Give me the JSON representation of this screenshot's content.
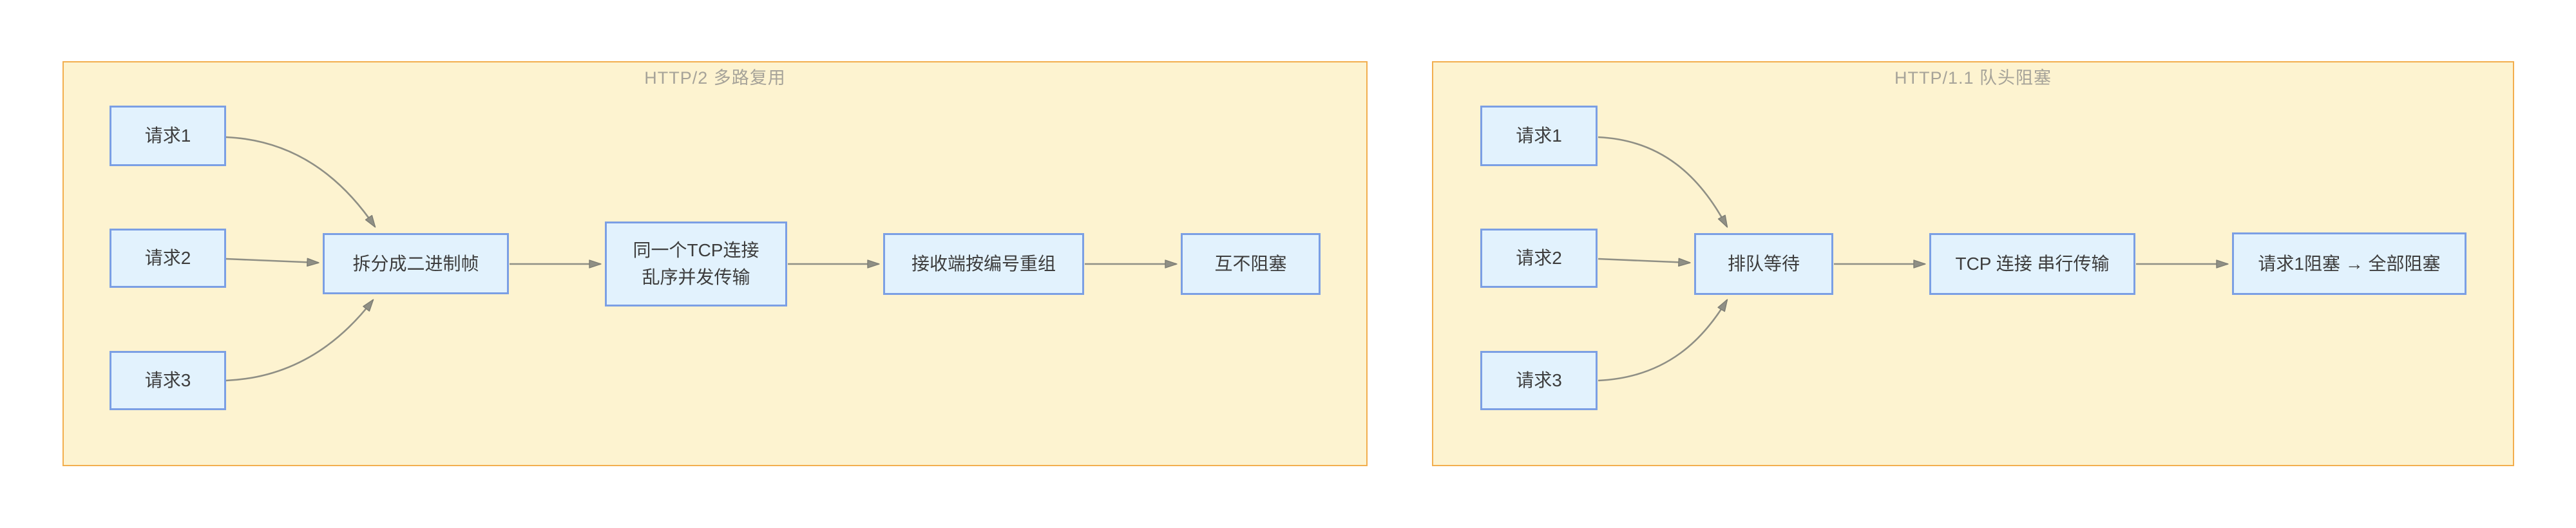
{
  "left_panel": {
    "title": "HTTP/2 多路复用",
    "request1": "请求1",
    "request2": "请求2",
    "request3": "请求3",
    "step_split": "拆分成二进制帧",
    "step_tcp_line1": "同一个TCP连接",
    "step_tcp_line2": "乱序并发传输",
    "step_reassemble": "接收端按编号重组",
    "step_result": "互不阻塞"
  },
  "right_panel": {
    "title": "HTTP/1.1 队头阻塞",
    "request1": "请求1",
    "request2": "请求2",
    "request3": "请求3",
    "step_queue": "排队等待",
    "step_serial": "TCP 连接 串行传输",
    "step_result": "请求1阻塞 → 全部阻塞"
  },
  "colors": {
    "panel_fill": "#fdf3d0",
    "panel_border": "#f2ae4e",
    "node_fill": "#e2f2fd",
    "node_border": "#7b9fe4",
    "arrow": "#8f8f85",
    "arrow_dark": "#7d7d74",
    "title_text": "#a6a399",
    "node_text": "#3d3d3d",
    "page_bg": "#ffffff"
  }
}
